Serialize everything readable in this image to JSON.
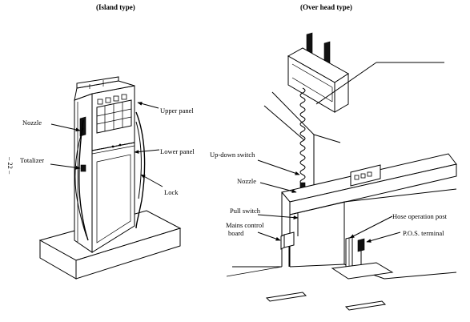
{
  "headers": {
    "island": "(Island type)",
    "overhead": "(Over head type)"
  },
  "page_marker": "– 22 –",
  "island_labels": {
    "nozzle": "Nozzle",
    "totalizer": "Totalizer",
    "upper_panel": "Upper panel",
    "lower_panel": "Lower panel",
    "lock": "Lock"
  },
  "overhead_labels": {
    "up_down_switch": "Up-down switch",
    "nozzle": "Nozzle",
    "pull_switch": "Pull switch",
    "mains_control_board_line1": "Mains control",
    "mains_control_board_line2": "board",
    "hose_operation_post": "Hose operation post",
    "pos_terminal": "P.O.S. terminal"
  }
}
